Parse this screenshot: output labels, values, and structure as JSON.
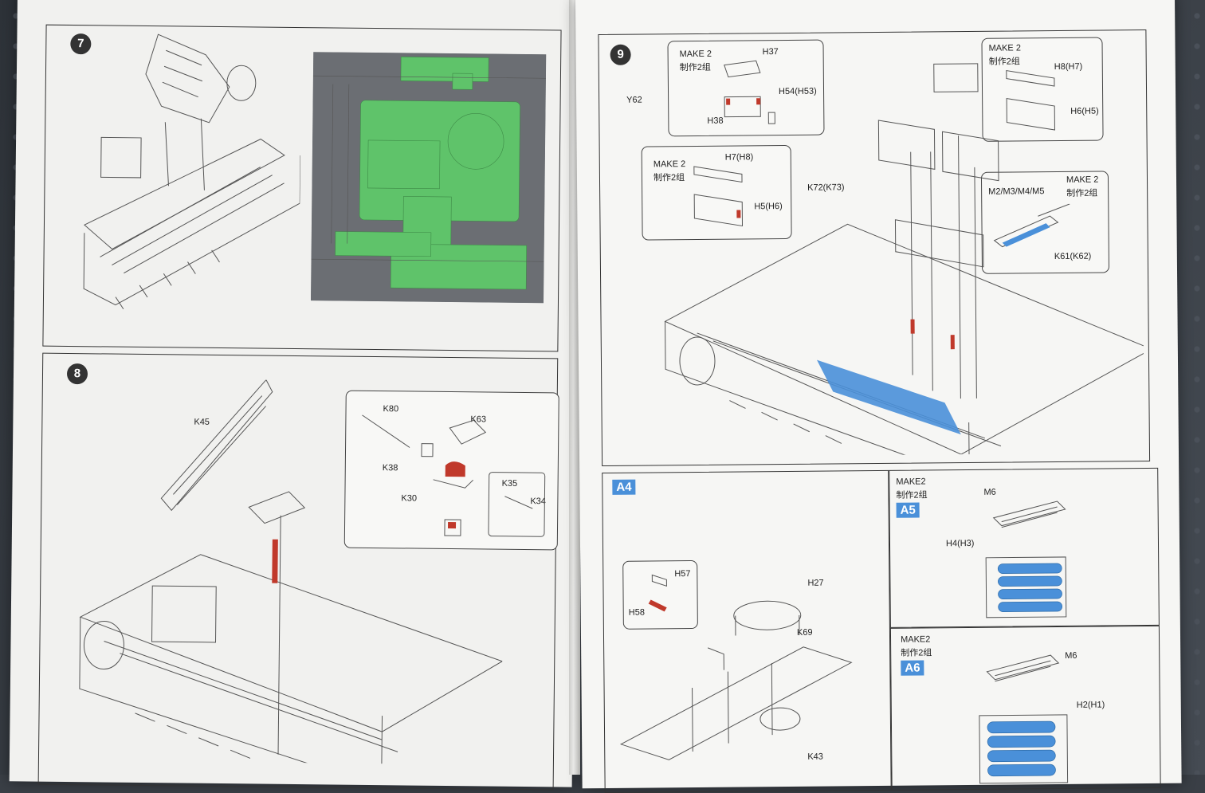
{
  "steps": {
    "s7": {
      "num": "7"
    },
    "s8": {
      "num": "8",
      "parts": [
        "K45",
        "K80",
        "K63",
        "K38",
        "K30",
        "K35",
        "K34"
      ]
    },
    "s9": {
      "num": "9",
      "corner_label": "Y62",
      "callout_a": {
        "make": "MAKE 2",
        "make_cn": "制作2组",
        "parts": [
          "H37",
          "H54(H53)",
          "H38"
        ]
      },
      "callout_b": {
        "make": "MAKE 2",
        "make_cn": "制作2组",
        "parts": [
          "H8(H7)",
          "H6(H5)"
        ]
      },
      "callout_c": {
        "make": "MAKE 2",
        "make_cn": "制作2组",
        "parts": [
          "H7(H8)",
          "H5(H6)"
        ]
      },
      "callout_d": {
        "make": "MAKE 2",
        "make_cn": "制作2组",
        "parts": [
          "M2/M3/M4/M5",
          "K61(K62)"
        ]
      },
      "main_parts": [
        "K72(K73)"
      ]
    },
    "a4": {
      "badge": "A4",
      "parts": [
        "H57",
        "H58",
        "H27",
        "K69",
        "K43"
      ]
    },
    "a5": {
      "badge": "A5",
      "make": "MAKE2",
      "make_cn": "制作2组",
      "parts": [
        "M6",
        "H4(H3)"
      ]
    },
    "a6": {
      "badge": "A6",
      "make": "MAKE2",
      "make_cn": "制作2组",
      "parts": [
        "M6",
        "H2(H1)"
      ]
    }
  },
  "colors": {
    "step_circle": "#333333",
    "badge_blue": "#4a90d9",
    "render_green": "#5fc36a",
    "render_gray": "#6b6e73",
    "part_red": "#c0392b",
    "part_blue": "#4a90d9"
  }
}
